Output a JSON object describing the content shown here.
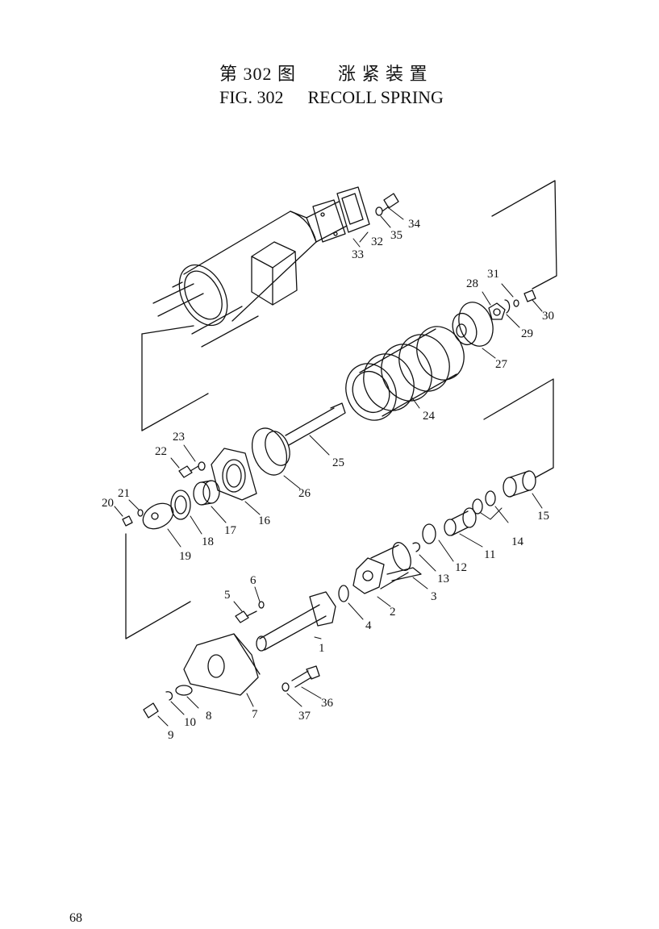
{
  "header": {
    "fig_label_cn": "第 302 图",
    "title_cn": "涨 紧 装 置",
    "fig_label_en": "FIG. 302",
    "title_en": "RECOLL SPRING"
  },
  "page_number": "68",
  "callouts": [
    "1",
    "2",
    "3",
    "4",
    "5",
    "6",
    "7",
    "8",
    "9",
    "10",
    "11",
    "12",
    "13",
    "14",
    "15",
    "16",
    "17",
    "18",
    "19",
    "20",
    "21",
    "22",
    "23",
    "24",
    "25",
    "26",
    "27",
    "28",
    "29",
    "30",
    "31",
    "32",
    "33",
    "34",
    "35",
    "36",
    "37"
  ]
}
